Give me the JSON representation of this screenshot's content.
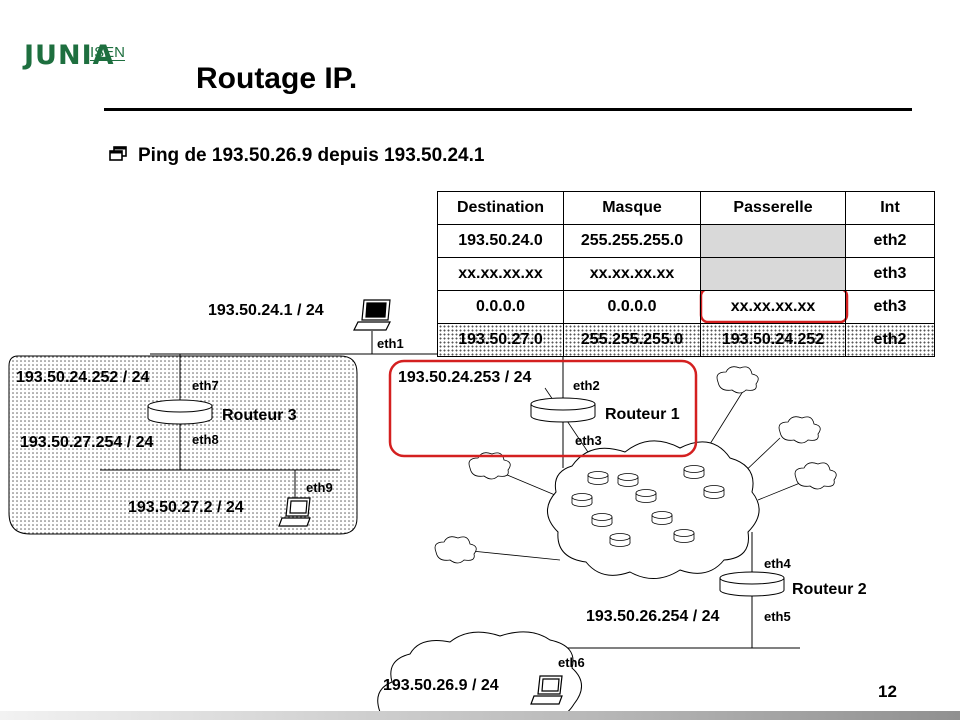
{
  "header": {
    "logo_main": "JUNIA",
    "logo_sub": "ISEN",
    "title": "Routage IP.",
    "page_number": "12"
  },
  "bullet": {
    "icon": "window-bullet-icon",
    "text": "Ping de 193.50.26.9  depuis 193.50.24.1"
  },
  "routing_table": {
    "headers": [
      "Destination",
      "Masque",
      "Passerelle",
      "Int"
    ],
    "rows": [
      [
        "193.50.24.0",
        "255.255.255.0",
        "",
        "eth2"
      ],
      [
        "xx.xx.xx.xx",
        "xx.xx.xx.xx",
        "",
        "eth3"
      ],
      [
        "0.0.0.0",
        "0.0.0.0",
        "xx.xx.xx.xx",
        "eth3"
      ],
      [
        "193.50.27.0",
        "255.255.255.0",
        "193.50.24.252",
        "eth2"
      ]
    ]
  },
  "network": {
    "host_top": "193.50.24.1 / 24",
    "eth1": "eth1",
    "r3_ip_top": "193.50.24.252 / 24",
    "eth7": "eth7",
    "router3": "Routeur 3",
    "r3_ip_bottom": "193.50.27.254 / 24",
    "eth8": "eth8",
    "eth9": "eth9",
    "host_r3": "193.50.27.2 / 24",
    "r1_ip": "193.50.24.253 / 24",
    "eth2": "eth2",
    "router1": "Routeur 1",
    "eth3": "eth3",
    "eth4": "eth4",
    "router2": "Routeur 2",
    "r2_ip": "193.50.26.254 / 24",
    "eth5": "eth5",
    "eth6": "eth6",
    "host_bottom": "193.50.26.9 / 24"
  },
  "colors": {
    "logo": "#1e6f3f",
    "highlight": "#d42020",
    "gray_cell": "#d9d9d9"
  }
}
